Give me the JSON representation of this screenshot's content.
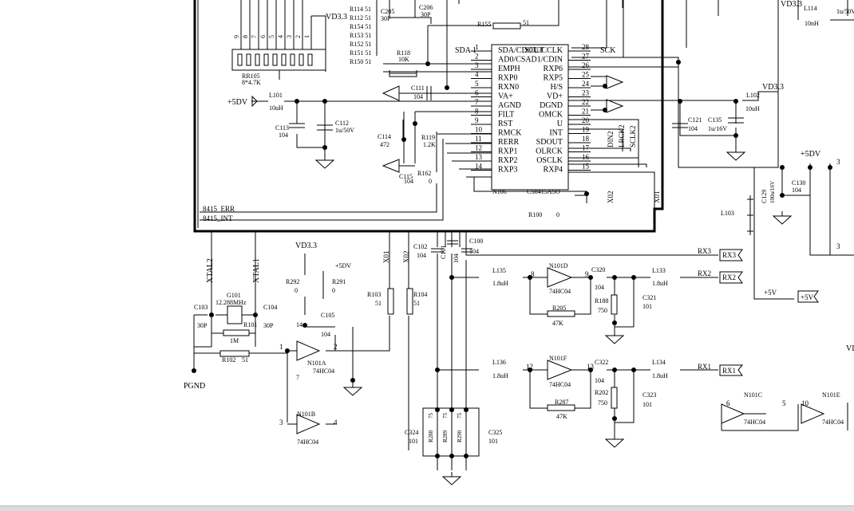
{
  "ic": {
    "ref": "N106",
    "part": "CS8415ASO",
    "left_pins": [
      {
        "num": "1",
        "name": "SDA/CDOUT"
      },
      {
        "num": "2",
        "name": "AD0/CS"
      },
      {
        "num": "3",
        "name": "EMPH"
      },
      {
        "num": "4",
        "name": "RXP0"
      },
      {
        "num": "5",
        "name": "RXN0"
      },
      {
        "num": "6",
        "name": "VA+"
      },
      {
        "num": "7",
        "name": "AGND"
      },
      {
        "num": "8",
        "name": "FILT"
      },
      {
        "num": "9",
        "name": "RST"
      },
      {
        "num": "10",
        "name": "RMCK"
      },
      {
        "num": "11",
        "name": "RERR"
      },
      {
        "num": "12",
        "name": "RXP1"
      },
      {
        "num": "13",
        "name": "RXP2"
      },
      {
        "num": "14",
        "name": "RXP3"
      }
    ],
    "right_pins": [
      {
        "num": "28",
        "name": "SCL/CCLK"
      },
      {
        "num": "27",
        "name": "AD1/CDIN"
      },
      {
        "num": "26",
        "name": "RXP6"
      },
      {
        "num": "25",
        "name": "RXP5"
      },
      {
        "num": "24",
        "name": "H/S"
      },
      {
        "num": "23",
        "name": "VD+"
      },
      {
        "num": "22",
        "name": "DGND"
      },
      {
        "num": "21",
        "name": "OMCK"
      },
      {
        "num": "20",
        "name": "U"
      },
      {
        "num": "19",
        "name": "INT"
      },
      {
        "num": "18",
        "name": "SDOUT"
      },
      {
        "num": "17",
        "name": "OLRCK"
      },
      {
        "num": "16",
        "name": "OSCLK"
      },
      {
        "num": "15",
        "name": "RXP4"
      }
    ]
  },
  "labels": [
    {
      "id": "vd33-top",
      "t": "VD3.3"
    },
    {
      "id": "r114",
      "t": "R114 51"
    },
    {
      "id": "r112",
      "t": "R112 51"
    },
    {
      "id": "r154",
      "t": "R154 51"
    },
    {
      "id": "r153",
      "t": "R153 51"
    },
    {
      "id": "r152",
      "t": "R152 51"
    },
    {
      "id": "r151",
      "t": "R151 51"
    },
    {
      "id": "r150",
      "t": "R150 51"
    },
    {
      "id": "c205",
      "t": "C205"
    },
    {
      "id": "c205v",
      "t": "30P"
    },
    {
      "id": "c206",
      "t": "C206"
    },
    {
      "id": "c206v",
      "t": "30P"
    },
    {
      "id": "r155",
      "t": "R155"
    },
    {
      "id": "r155v",
      "t": "51"
    },
    {
      "id": "sda1",
      "t": "SDA 1"
    },
    {
      "id": "sck",
      "t": "SCK"
    },
    {
      "id": "r118",
      "t": "R118"
    },
    {
      "id": "r118v",
      "t": "10K"
    },
    {
      "id": "rr105",
      "t": "RR105"
    },
    {
      "id": "rr105v",
      "t": "8*4.7K"
    },
    {
      "id": "c111",
      "t": "C111"
    },
    {
      "id": "c111v",
      "t": "104"
    },
    {
      "id": "p5v",
      "t": "+5DV"
    },
    {
      "id": "l101",
      "t": "L101"
    },
    {
      "id": "l101v",
      "t": "10uH"
    },
    {
      "id": "c112",
      "t": "C112"
    },
    {
      "id": "c112v",
      "t": "1u/50V"
    },
    {
      "id": "c113",
      "t": "C113"
    },
    {
      "id": "c113v",
      "t": "104"
    },
    {
      "id": "c114",
      "t": "C114"
    },
    {
      "id": "c114v",
      "t": "472"
    },
    {
      "id": "r119",
      "t": "R119"
    },
    {
      "id": "r119v",
      "t": "1.2K"
    },
    {
      "id": "c115",
      "t": "C115"
    },
    {
      "id": "c115v",
      "t": "104"
    },
    {
      "id": "r162",
      "t": "R162"
    },
    {
      "id": "r162v",
      "t": "0"
    },
    {
      "id": "vd33r",
      "t": "VD3.3"
    },
    {
      "id": "l102",
      "t": "L102"
    },
    {
      "id": "l102v",
      "t": "10uH"
    },
    {
      "id": "c121",
      "t": "C121"
    },
    {
      "id": "c121v",
      "t": "104"
    },
    {
      "id": "c135",
      "t": "C135"
    },
    {
      "id": "c135v",
      "t": "1u/16V"
    },
    {
      "id": "din2",
      "t": "DIN2"
    },
    {
      "id": "lrck2",
      "t": "LRCK2"
    },
    {
      "id": "sclk2",
      "t": "SCLK2"
    },
    {
      "id": "x02a",
      "t": "X02"
    },
    {
      "id": "x01a",
      "t": "X01"
    },
    {
      "id": "r100",
      "t": "R100"
    },
    {
      "id": "r100v",
      "t": "0"
    },
    {
      "id": "err",
      "t": "8415_ERR"
    },
    {
      "id": "int",
      "t": "8415_INT"
    },
    {
      "id": "vd33t",
      "t": "VD3.3"
    },
    {
      "id": "l114",
      "t": "L114"
    },
    {
      "id": "l114v",
      "t": "10nH"
    },
    {
      "id": "cap1u",
      "t": "1u/50V"
    },
    {
      "id": "p5v2",
      "t": "+5DV"
    },
    {
      "id": "n3a",
      "t": "3"
    },
    {
      "id": "n3b",
      "t": "3"
    },
    {
      "id": "c129",
      "t": "C129"
    },
    {
      "id": "c129v",
      "t": "100u/16V"
    },
    {
      "id": "c130",
      "t": "C130"
    },
    {
      "id": "c130v",
      "t": "104"
    },
    {
      "id": "l103",
      "t": "L103"
    },
    {
      "id": "p5v3",
      "t": "+5V"
    },
    {
      "id": "p5v3b",
      "t": "+5V"
    },
    {
      "id": "xtal2",
      "t": "XTAL2"
    },
    {
      "id": "xtal1",
      "t": "XTAL1"
    },
    {
      "id": "g101",
      "t": "G101"
    },
    {
      "id": "g101v",
      "t": "12.288MHz"
    },
    {
      "id": "c103",
      "t": "C103"
    },
    {
      "id": "c103v",
      "t": "30P"
    },
    {
      "id": "c104",
      "t": "C104"
    },
    {
      "id": "c104v",
      "t": "30P"
    },
    {
      "id": "r101",
      "t": "R101"
    },
    {
      "id": "r101v",
      "t": "1M"
    },
    {
      "id": "r102",
      "t": "R102"
    },
    {
      "id": "r102v",
      "t": "51"
    },
    {
      "id": "pgnd",
      "t": "PGND"
    },
    {
      "id": "vd33m",
      "t": "VD3.3"
    },
    {
      "id": "p5dv4",
      "t": "+5DV"
    },
    {
      "id": "r292",
      "t": "R292"
    },
    {
      "id": "r292v",
      "t": "0"
    },
    {
      "id": "r291",
      "t": "R291"
    },
    {
      "id": "r291v",
      "t": "0"
    },
    {
      "id": "c105",
      "t": "C105"
    },
    {
      "id": "c105v",
      "t": "104"
    },
    {
      "id": "n14",
      "t": "14"
    },
    {
      "id": "n7",
      "t": "7"
    },
    {
      "id": "n101a",
      "t": "N101A"
    },
    {
      "id": "n101ap",
      "t": "74HC04"
    },
    {
      "id": "pin1",
      "t": "1"
    },
    {
      "id": "pin2",
      "t": "2"
    },
    {
      "id": "pin3",
      "t": "3"
    },
    {
      "id": "pin4",
      "t": "4"
    },
    {
      "id": "n101b",
      "t": "N101B"
    },
    {
      "id": "n101bp",
      "t": "74HC04"
    },
    {
      "id": "x01b",
      "t": "X01"
    },
    {
      "id": "x02b",
      "t": "X02"
    },
    {
      "id": "r103",
      "t": "R103"
    },
    {
      "id": "r103v",
      "t": "51"
    },
    {
      "id": "r104",
      "t": "R104"
    },
    {
      "id": "r104v",
      "t": "51"
    },
    {
      "id": "c102",
      "t": "C102"
    },
    {
      "id": "c102v",
      "t": "104"
    },
    {
      "id": "c101",
      "t": "C101"
    },
    {
      "id": "c101v",
      "t": "104"
    },
    {
      "id": "c100",
      "t": "C100"
    },
    {
      "id": "c100v",
      "t": "104"
    },
    {
      "id": "rx3",
      "t": "RX3"
    },
    {
      "id": "rx3b",
      "t": "RX3"
    },
    {
      "id": "l135",
      "t": "L135"
    },
    {
      "id": "l135v",
      "t": "1.8uH"
    },
    {
      "id": "n101d",
      "t": "N101D"
    },
    {
      "id": "n101dp",
      "t": "74HC04"
    },
    {
      "id": "p8",
      "t": "8"
    },
    {
      "id": "p9",
      "t": "9"
    },
    {
      "id": "c320",
      "t": "C320"
    },
    {
      "id": "c320v",
      "t": "104"
    },
    {
      "id": "l133",
      "t": "L133"
    },
    {
      "id": "l133v",
      "t": "1.8uH"
    },
    {
      "id": "rx2",
      "t": "RX2"
    },
    {
      "id": "rx2b",
      "t": "RX2"
    },
    {
      "id": "r205",
      "t": "R205"
    },
    {
      "id": "r205v",
      "t": "47K"
    },
    {
      "id": "r188",
      "t": "R188"
    },
    {
      "id": "r188v",
      "t": "750"
    },
    {
      "id": "c321",
      "t": "C321"
    },
    {
      "id": "c321v",
      "t": "101"
    },
    {
      "id": "l136",
      "t": "L136"
    },
    {
      "id": "l136v",
      "t": "1.8uH"
    },
    {
      "id": "n101f",
      "t": "N101F"
    },
    {
      "id": "n101fp",
      "t": "74HC04"
    },
    {
      "id": "p12",
      "t": "12"
    },
    {
      "id": "p13",
      "t": "13"
    },
    {
      "id": "c322",
      "t": "C322"
    },
    {
      "id": "c322v",
      "t": "104"
    },
    {
      "id": "l134",
      "t": "L134"
    },
    {
      "id": "l134v",
      "t": "1.8uH"
    },
    {
      "id": "rx1",
      "t": "RX1"
    },
    {
      "id": "rx1b",
      "t": "RX1"
    },
    {
      "id": "r287",
      "t": "R287"
    },
    {
      "id": "r287v",
      "t": "47K"
    },
    {
      "id": "r202",
      "t": "R202"
    },
    {
      "id": "r202v",
      "t": "750"
    },
    {
      "id": "c323",
      "t": "C323"
    },
    {
      "id": "c323v",
      "t": "101"
    },
    {
      "id": "c324",
      "t": "C324"
    },
    {
      "id": "c324v",
      "t": "101"
    },
    {
      "id": "c325",
      "t": "C325"
    },
    {
      "id": "c325v",
      "t": "101"
    },
    {
      "id": "r288",
      "t": "R288"
    },
    {
      "id": "r289",
      "t": "R289"
    },
    {
      "id": "r290",
      "t": "R290"
    },
    {
      "id": "r75a",
      "t": "75"
    },
    {
      "id": "r75b",
      "t": "75"
    },
    {
      "id": "r75c",
      "t": "75"
    },
    {
      "id": "n101c",
      "t": "N101C"
    },
    {
      "id": "n101cp",
      "t": "74HC04"
    },
    {
      "id": "p6",
      "t": "6"
    },
    {
      "id": "p5",
      "t": "5"
    },
    {
      "id": "n101e",
      "t": "N101E"
    },
    {
      "id": "n101ep",
      "t": "74HC04"
    },
    {
      "id": "p10",
      "t": "10"
    },
    {
      "id": "vl",
      "t": "VD"
    }
  ],
  "pins_top": [
    "9",
    "8",
    "7",
    "6",
    "5",
    "4",
    "3",
    "2",
    "1"
  ]
}
